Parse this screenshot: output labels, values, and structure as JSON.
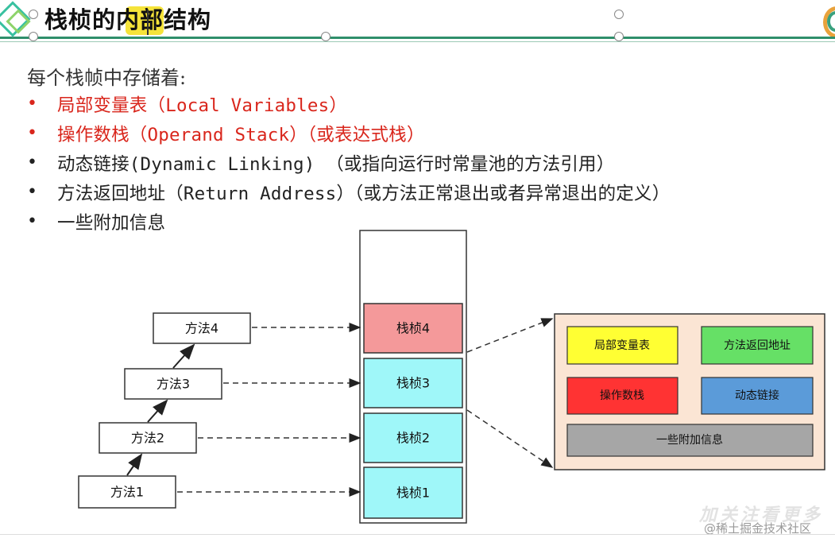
{
  "slide": {
    "title": "栈桢的内部结构",
    "intro": "每个栈帧中存储着:",
    "bullets": [
      {
        "text": "局部变量表（Local Variables）",
        "color": "#d9261c"
      },
      {
        "text": "操作数栈（Operand Stack）（或表达式栈）",
        "color": "#d9261c"
      },
      {
        "text": "动态链接(Dynamic Linking) （或指向运行时常量池的方法引用）",
        "color": "#222222"
      },
      {
        "text": "方法返回地址（Return Address）（或方法正常退出或者异常退出的定义）",
        "color": "#222222"
      },
      {
        "text": "一些附加信息",
        "color": "#222222"
      }
    ],
    "bullet_symbol": "•"
  },
  "diagram": {
    "methods": [
      "方法4",
      "方法3",
      "方法2",
      "方法1"
    ],
    "frames": [
      {
        "label": "栈桢4",
        "color": "#f4999a"
      },
      {
        "label": "栈桢3",
        "color": "#9ff7f9"
      },
      {
        "label": "栈桢2",
        "color": "#9ff7f9"
      },
      {
        "label": "栈桢1",
        "color": "#9ff7f9"
      }
    ],
    "frame_detail": {
      "background": "#fbe5d4",
      "parts": [
        {
          "label": "局部变量表",
          "color": "#ffff33"
        },
        {
          "label": "方法返回地址",
          "color": "#66e066"
        },
        {
          "label": "操作数栈",
          "color": "#ff3333"
        },
        {
          "label": "动态链接",
          "color": "#5b9bd9"
        },
        {
          "label": "一些附加信息",
          "color": "#a6a6a6"
        }
      ]
    }
  },
  "watermark": "@稀土掘金技术社区",
  "faded_text": "加关注看更多"
}
